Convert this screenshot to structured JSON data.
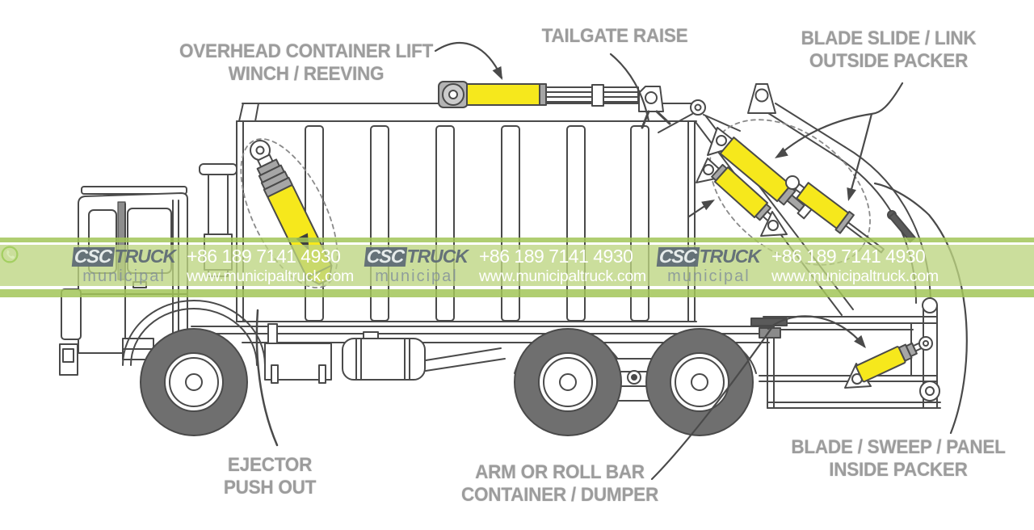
{
  "callouts": {
    "overhead": {
      "line1": "OVERHEAD CONTAINER LIFT",
      "line2": "WINCH / REEVING"
    },
    "tailgate": {
      "line1": "TAILGATE RAISE"
    },
    "blade_slide": {
      "line1": "BLADE SLIDE / LINK",
      "line2": "OUTSIDE PACKER"
    },
    "ejector": {
      "line1": "EJECTOR",
      "line2": "PUSH OUT"
    },
    "arm": {
      "line1": "ARM OR ROLL BAR",
      "line2": "CONTAINER / DUMPER"
    },
    "inside_packer": {
      "line1": "BLADE / SWEEP / PANEL",
      "line2": "INSIDE PACKER"
    }
  },
  "watermark": {
    "brand_prefix": "CSC",
    "brand_suffix": "TRUCK",
    "sub_brand": "municipal",
    "phone": "+86 189 7141 4930",
    "website": "www.municipaltruck.com",
    "whatsapp_icon": "whatsapp-icon",
    "repeat_count": 3,
    "colors": {
      "band": "#c4da92",
      "strip": "#a9c964",
      "text": "#ffffff",
      "logo": "#5d6975"
    }
  },
  "diagram": {
    "description": "Side-view line drawing of a rear-loader garbage compactor truck with hydraulic cylinders highlighted in yellow",
    "highlight_color": "#f6e81c",
    "line_color": "#4a4a4a",
    "label_color": "#9c9c9c",
    "cylinders": [
      "overhead-container-lift-winch-reeving-cylinder",
      "tailgate-raise-cylinder",
      "blade-slide-link-outside-packer-cylinders",
      "ejector-push-out-cylinder",
      "blade-sweep-panel-inside-packer-cylinder"
    ]
  }
}
